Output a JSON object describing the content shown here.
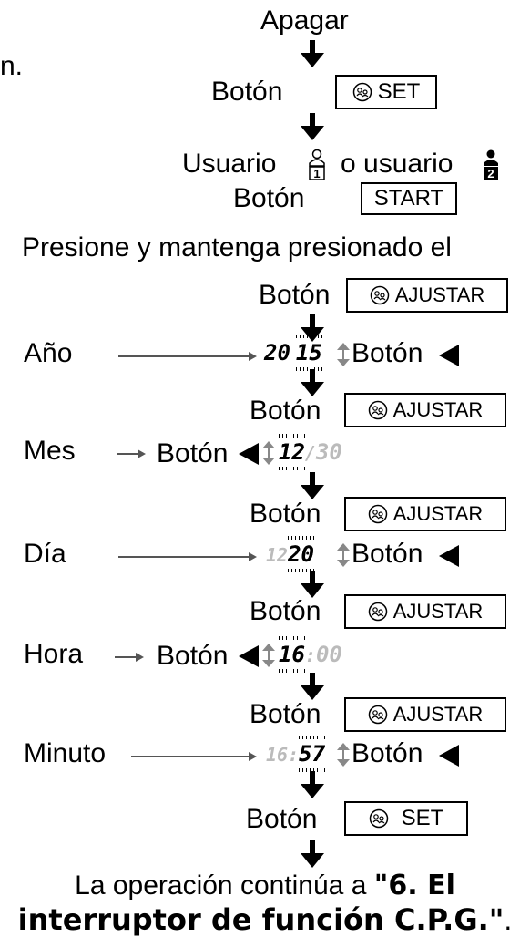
{
  "left_fragment": "n.",
  "steps": {
    "power_off": "Apagar",
    "button": "Botón",
    "set_label": "SET",
    "user1_text": "Usuario",
    "user1_num": "1",
    "or_user2_text": "o usuario",
    "user2_num": "2",
    "start_label": "START",
    "press_hold": "Presione y mantenga presionado el",
    "adjust_label": "AJUSTAR"
  },
  "rows": {
    "year": {
      "label": "Año",
      "digits_a": "20",
      "digits_b": "15"
    },
    "month": {
      "label": "Mes",
      "digits_a": "12",
      "digits_b": "30"
    },
    "day": {
      "label": "Día",
      "digits_a": "12",
      "digits_b": "20"
    },
    "hour": {
      "label": "Hora",
      "digits_a": "16",
      "digits_b": "00"
    },
    "minute": {
      "label": "Minuto",
      "digits_a": "16",
      "digits_b": "57"
    }
  },
  "final": {
    "prefix": "La operación continúa a ",
    "ref_line1": "\"6. El",
    "ref_line2": "interruptor de función C.P.G.\"",
    "suffix": "."
  }
}
